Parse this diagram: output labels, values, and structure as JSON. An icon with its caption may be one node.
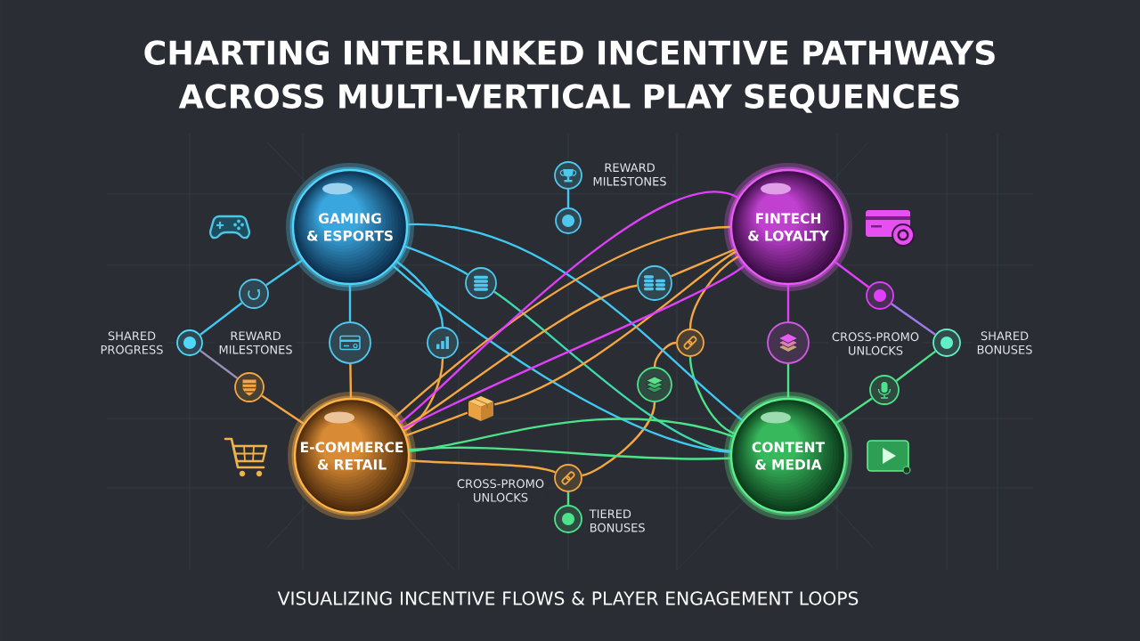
{
  "diagram": {
    "title": "CHARTING INTERLINKED INCENTIVE PATHWAYS ACROSS MULTI-VERTICAL PLAY SEQUENCES",
    "caption": "VISUALIZING INCENTIVE FLOWS & PLAYER ENGAGEMENT LOOPS",
    "nodes": [
      {
        "text": [],
        "shape": "circle",
        "beside": [
          "REWARD MILESTONES"
        ]
      },
      {
        "text": [],
        "shape": "circle"
      },
      {
        "text": [
          "GAMING & ESPORTS"
        ]
      },
      {
        "text": [
          "FINTECH & LOYALTY"
        ]
      },
      {
        "text": [],
        "shape": "circle"
      },
      {
        "text": [],
        "shape": "circle"
      },
      {
        "text": [],
        "shape": "circle"
      },
      {
        "text": [],
        "shape": "circle"
      },
      {
        "text": [],
        "shape": "circle",
        "beside": [
          "SHARED PROGRESS"
        ]
      },
      {
        "text": [],
        "shape": "circle"
      },
      {
        "text": [],
        "shape": "circle"
      },
      {
        "text": [],
        "shape": "circle"
      },
      {
        "text": [],
        "shape": "circle"
      },
      {
        "text": [],
        "shape": "circle",
        "beside": [
          "SHARED BONUSES"
        ]
      },
      {
        "text": [],
        "shape": "circle"
      },
      {
        "text": [],
        "shape": "circle"
      },
      {
        "text": [],
        "shape": "circle"
      },
      {
        "text": [],
        "shape": "picture"
      },
      {
        "text": [
          "E-COMMERCE & RETAIL"
        ]
      },
      {
        "text": [
          "CONTENT & MEDIA"
        ]
      },
      {
        "text": [],
        "shape": "circle"
      },
      {
        "text": [],
        "shape": "circle",
        "beside": [
          "TIERED BONUSES"
        ]
      }
    ],
    "edges": [
      {
        "from": 0,
        "to": 1,
        "arrow": "none",
        "color": "#40c8f0"
      },
      {
        "from": 2,
        "to": 4,
        "arrow": "none",
        "color": "#40c8f0"
      },
      {
        "from": 4,
        "to": 8,
        "arrow": "none",
        "color": "#40c8f0"
      },
      {
        "from": 8,
        "to": 14,
        "arrow": "none",
        "color": "#9a8fb8"
      },
      {
        "from": 14,
        "to": 18,
        "arrow": "none",
        "color": "#f5a742"
      },
      {
        "from": 2,
        "to": 9,
        "arrow": "none",
        "color": "#40c8f0"
      },
      {
        "from": 9,
        "to": 18,
        "arrow": "none",
        "color": "#f5a742"
      },
      {
        "from": 2,
        "to": 10,
        "arrow": "none",
        "color": "#40c8f0"
      },
      {
        "from": 10,
        "to": 18,
        "arrow": "none",
        "color": "#f5a742"
      },
      {
        "from": 3,
        "to": 7,
        "arrow": "none",
        "color": "#e040fb"
      },
      {
        "from": 7,
        "to": 13,
        "arrow": "none",
        "color": "#9c7be8"
      },
      {
        "from": 13,
        "to": 16,
        "arrow": "none",
        "color": "#4de38a"
      },
      {
        "from": 16,
        "to": 19,
        "arrow": "none",
        "color": "#4de38a"
      },
      {
        "from": 3,
        "to": 12,
        "arrow": "none",
        "color": "#e040fb"
      },
      {
        "from": 12,
        "to": 19,
        "arrow": "none",
        "color": "#4de38a"
      },
      {
        "from": 3,
        "to": 11,
        "arrow": "none",
        "color": "#f5a742"
      },
      {
        "from": 11,
        "to": 19,
        "arrow": "none",
        "color": "#4de38a"
      },
      {
        "from": 20,
        "to": 21,
        "arrow": "none",
        "color": "#4de38a"
      },
      {
        "from": 20,
        "to": 15,
        "arrow": "none",
        "color": "#f5a742"
      },
      {
        "from": 15,
        "to": 11,
        "arrow": "none",
        "color": "#f5a742"
      },
      {
        "from": 2,
        "to": 19,
        "arrow": "none",
        "color": "#40c8f0"
      },
      {
        "from": 2,
        "to": 5,
        "arrow": "none",
        "color": "#40c8f0"
      },
      {
        "from": 5,
        "to": 19,
        "arrow": "none",
        "color": "#3fd8b0"
      },
      {
        "from": 2,
        "to": 19,
        "arrow": "none",
        "color": "#40c8f0"
      },
      {
        "from": 18,
        "to": 17,
        "arrow": "none",
        "color": "#f5a742"
      },
      {
        "from": 17,
        "to": 3,
        "arrow": "none",
        "color": "#f5a742"
      },
      {
        "from": 18,
        "to": 6,
        "arrow": "none",
        "color": "#f5a742"
      },
      {
        "from": 6,
        "to": 3,
        "arrow": "none",
        "color": "#f5a742"
      },
      {
        "from": 18,
        "to": 3,
        "arrow": "none",
        "color": "#f5a742"
      },
      {
        "from": 3,
        "to": 18,
        "arrow": "none",
        "color": "#e040fb"
      },
      {
        "from": 3,
        "to": 18,
        "arrow": "none",
        "color": "#e040fb"
      },
      {
        "from": 19,
        "to": 18,
        "arrow": "none",
        "color": "#4de38a"
      },
      {
        "from": 19,
        "to": 18,
        "arrow": "none",
        "color": "#4de38a"
      },
      {
        "from": 18,
        "to": 20,
        "arrow": "none",
        "color": "#f5a742"
      }
    ],
    "labels": [
      "REWARD MILESTONES",
      "CROSS-PROMO UNLOCKS",
      "CROSS-PROMO UNLOCKS"
    ]
  }
}
